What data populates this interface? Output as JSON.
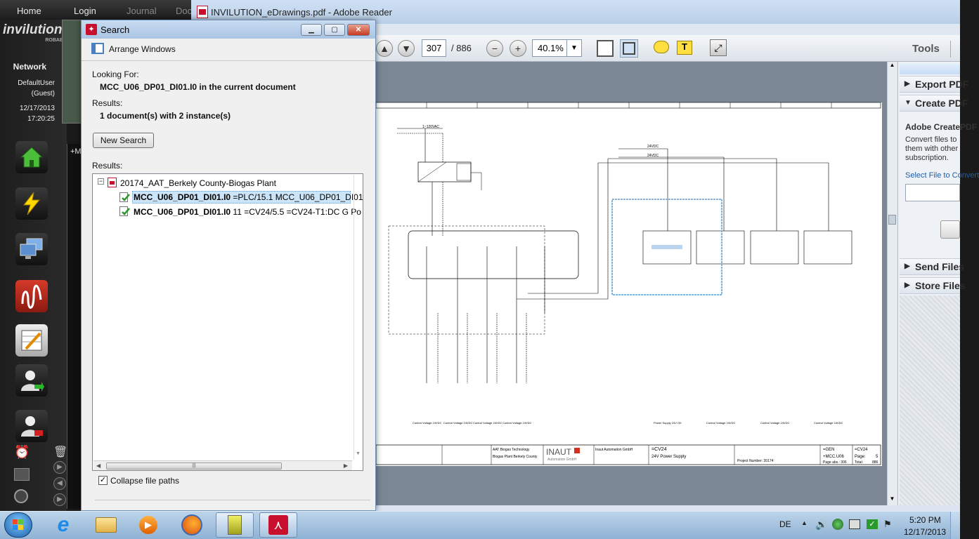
{
  "topnav": {
    "home": "Home",
    "login": "Login",
    "journal": "Journal",
    "doc": "Doc"
  },
  "leftpanel": {
    "logo_left": "invilution",
    "logo_right": "ROBAB",
    "section": "Network",
    "user": "DefaultUser",
    "guest": "(Guest)",
    "date": "12/17/2013",
    "time": "17:20:25",
    "m_tab": "+M"
  },
  "reader": {
    "title": "INVILUTION_eDrawings.pdf - Adobe Reader",
    "page_current": "307",
    "page_total": "/ 886",
    "zoom": "40.1%",
    "tools_label": "Tools"
  },
  "tools_panel": {
    "export": "Export PDF",
    "create": "Create PDF",
    "adobe_create": "Adobe CreatePDF",
    "desc1": "Convert files to",
    "desc2": "them with other",
    "desc3": "subscription.",
    "select_link": "Select File to Convert",
    "send": "Send Files",
    "store": "Store Files"
  },
  "search": {
    "title": "Search",
    "arrange": "Arrange Windows",
    "looking_for_label": "Looking For:",
    "looking_for_value": "MCC_U06_DP01_DI01.I0 in the current document",
    "results_label": "Results:",
    "results_value": "1 document(s) with 2 instance(s)",
    "new_search": "New Search",
    "results_label2": "Results:",
    "doc_node": "20174_AAT_Berkely County-Biogas Plant",
    "hit1_bold": "MCC_U06_DP01_DI01.I0",
    "hit1_rest": " =PLC/15.1 MCC_U06_DP01_DI01",
    "hit2_bold": "MCC_U06_DP01_DI01.I0",
    "hit2_rest": " 11 =CV24/5.5 =CV24-T1:DC G Po",
    "collapse": "Collapse file paths"
  },
  "drawing": {
    "supply": "1~120VAC",
    "v24a": "24VDC",
    "v24b": "24VDC",
    "company": "INAUT",
    "company2": "Automation GmbH",
    "company3": "Inaut Automation GmbH",
    "project_a": "AAT Biogas Technology",
    "project_b": "Biogas Plant Berkely County",
    "cv": "=CV24",
    "desc": "24V Power Supply",
    "projnum": "Project Number: 20174",
    "gen": "=GEN",
    "cv2": "=CV24",
    "mcc": "+MCC.U06",
    "page_lbl": "Page:",
    "page_val": "5",
    "pageabs": "Page abs.: 306",
    "total": "Total:",
    "total_val": "886"
  },
  "taskbar": {
    "lang": "DE",
    "clock_time": "5:20 PM",
    "clock_date": "12/17/2013"
  },
  "colors": {
    "accent": "#1f5fa8",
    "selection": "#cce4f7",
    "adobe_red": "#c8102e"
  }
}
